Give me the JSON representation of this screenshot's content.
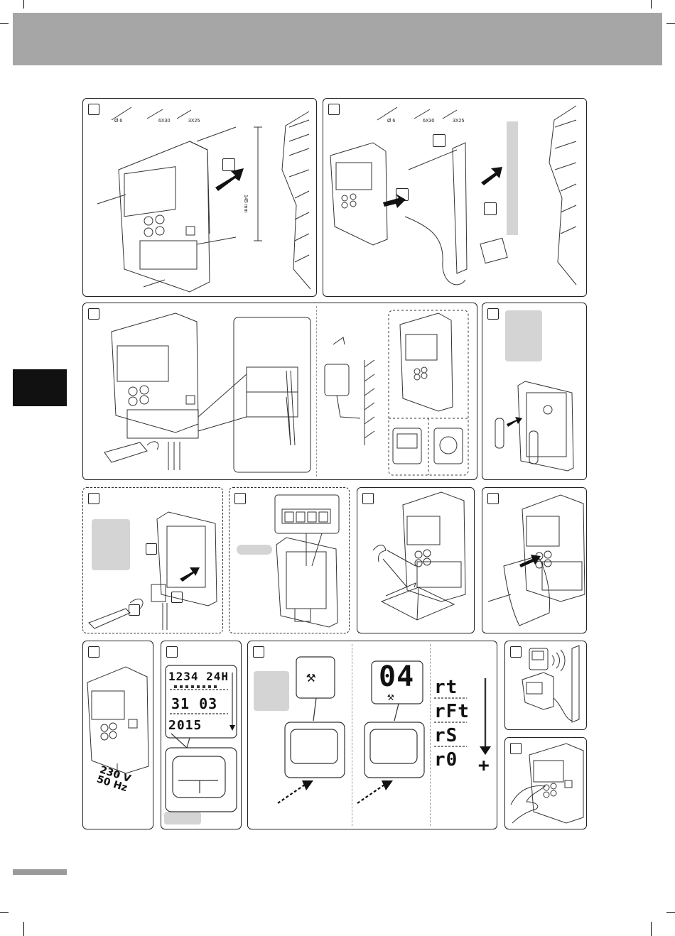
{
  "screws": {
    "d6": "Ø 6",
    "s6x30": "6X30",
    "s3x25": "3X25"
  },
  "dimension": "145 mm",
  "voltage": {
    "line1": "230 V",
    "line2": "50 Hz"
  },
  "date_display": {
    "row1": "1234 24H",
    "row2": "31 03",
    "row3": "2015"
  },
  "menu_display": {
    "value": "04",
    "tools_icon": "tools-icon"
  },
  "menu_codes": [
    "rt",
    "rFt",
    "rS",
    "r0"
  ],
  "plus_sign": "+"
}
